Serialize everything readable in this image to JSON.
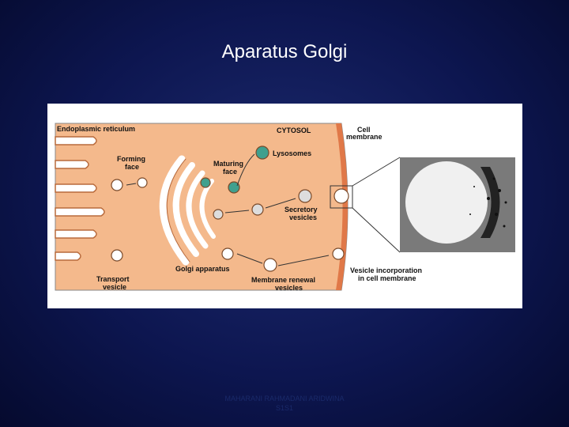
{
  "slide": {
    "title": "Aparatus Golgi",
    "footer_line1": "MAHARANI RAHMADANI ARIDWINA",
    "footer_line2": "S1S1"
  },
  "diagram": {
    "labels": {
      "er": "Endoplasmic reticulum",
      "cytosol": "CYTOSOL",
      "cell_membrane_1": "Cell",
      "cell_membrane_2": "membrane",
      "forming_1": "Forming",
      "forming_2": "face",
      "maturing_1": "Maturing",
      "maturing_2": "face",
      "lysosomes": "Lysosomes",
      "secretory_1": "Secretory",
      "secretory_2": "vesicles",
      "transport_1": "Transport",
      "transport_2": "vesicle",
      "golgi": "Golgi apparatus",
      "renewal_1": "Membrane renewal",
      "renewal_2": "vesicles",
      "incorp_1": "Vesicle incorporation",
      "incorp_2": "in cell membrane"
    },
    "colors": {
      "cytoplasm": "#f4b98c",
      "membrane": "#e07848",
      "lysosome": "#3fa08e",
      "micrograph_bg": "#7a7a7a"
    }
  }
}
